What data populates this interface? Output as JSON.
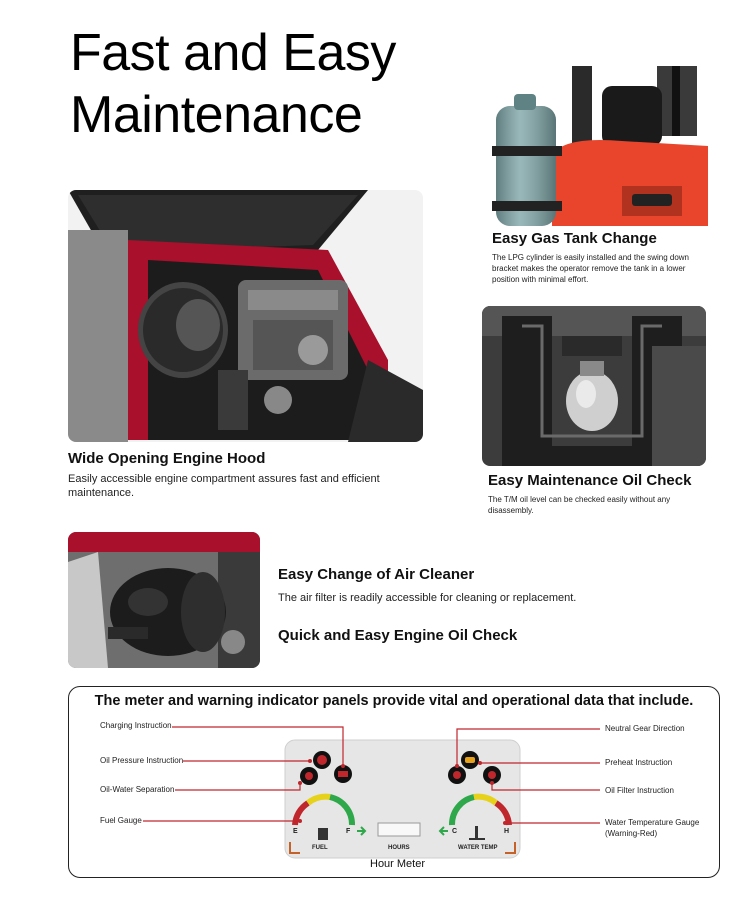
{
  "hero": {
    "line1": "Fast and Easy",
    "line2": "Maintenance"
  },
  "features": {
    "gas_tank": {
      "title": "Easy Gas Tank Change",
      "desc": "The LPG cylinder is easily installed and the swing down bracket makes the operator remove the tank in a lower position with minimal effort."
    },
    "engine_hood": {
      "title": "Wide Opening Engine Hood",
      "desc": "Easily accessible engine compartment assures fast and efficient maintenance."
    },
    "oil_check": {
      "title": "Easy Maintenance Oil Check",
      "desc": "The T/M oil level can be checked easily without any disassembly."
    },
    "air_cleaner": {
      "title": "Easy Change of Air Cleaner",
      "desc": "The air filter is readily accessible for cleaning or replacement."
    },
    "engine_oil": {
      "title": "Quick and Easy Engine Oil Check"
    }
  },
  "panel": {
    "title": "The meter and warning indicator panels provide vital and operational data that include.",
    "left_callouts": {
      "charging": "Charging Instruction",
      "oil_pressure": "Oil Pressure Instruction",
      "oil_water": "Oil-Water Separation",
      "fuel_gauge": "Fuel Gauge"
    },
    "right_callouts": {
      "neutral": "Neutral Gear Direction",
      "preheat": "Preheat Instruction",
      "oil_filter": "Oil Filter Instruction",
      "water_temp_1": "Water Temperature Gauge",
      "water_temp_2": "(Warning-Red)"
    },
    "gauge_labels": {
      "fuel_e": "E",
      "fuel_f": "F",
      "fuel": "FUEL",
      "hours": "HOURS",
      "water_c": "C",
      "water_h": "H",
      "water_temp": "WATER TEMP"
    },
    "hour_meter": "Hour Meter"
  },
  "colors": {
    "accent_red": "#c0272d",
    "forklift_orange": "#e8452c",
    "panel_bg": "#e6e6e6"
  }
}
